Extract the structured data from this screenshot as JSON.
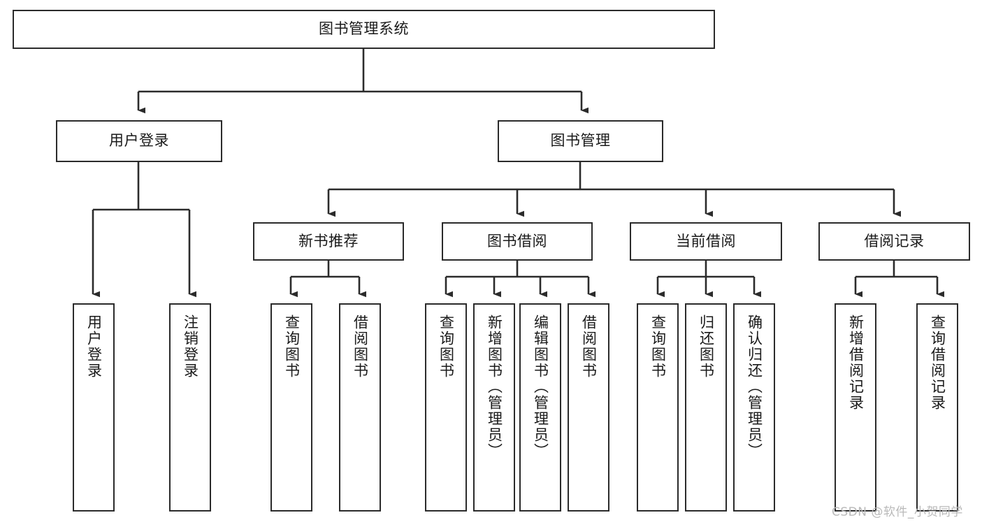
{
  "diagram": {
    "title": "图书管理系统",
    "type": "tree-hierarchy-chart",
    "orientation": "top-down",
    "colors": {
      "stroke": "#2b2b2b",
      "fill": "#ffffff",
      "text": "#1a1a1a",
      "watermark": "#b9b9b9"
    },
    "levels": {
      "root": {
        "label": "图书管理系统"
      },
      "level2": [
        {
          "id": "user-login",
          "label": "用户登录"
        },
        {
          "id": "book-management",
          "label": "图书管理"
        }
      ],
      "level3": [
        {
          "id": "new-book-recommend",
          "label": "新书推荐",
          "parent": "book-management"
        },
        {
          "id": "book-borrow",
          "label": "图书借阅",
          "parent": "book-management"
        },
        {
          "id": "current-borrow",
          "label": "当前借阅",
          "parent": "book-management"
        },
        {
          "id": "borrow-record",
          "label": "借阅记录",
          "parent": "book-management"
        }
      ],
      "leaves": [
        {
          "id": "leaf-user-login",
          "label": "用户登录",
          "parent": "user-login"
        },
        {
          "id": "leaf-logout",
          "label": "注销登录",
          "parent": "user-login"
        },
        {
          "id": "leaf-query-book-1",
          "label": "查询图书",
          "parent": "new-book-recommend"
        },
        {
          "id": "leaf-borrow-book-1",
          "label": "借阅图书",
          "parent": "new-book-recommend"
        },
        {
          "id": "leaf-query-book-2",
          "label": "查询图书",
          "parent": "book-borrow"
        },
        {
          "id": "leaf-add-book",
          "label": "新增图书（管理员）",
          "parent": "book-borrow"
        },
        {
          "id": "leaf-edit-book",
          "label": "编辑图书（管理员）",
          "parent": "book-borrow"
        },
        {
          "id": "leaf-borrow-book-2",
          "label": "借阅图书",
          "parent": "book-borrow"
        },
        {
          "id": "leaf-query-book-3",
          "label": "查询图书",
          "parent": "current-borrow"
        },
        {
          "id": "leaf-return-book",
          "label": "归还图书",
          "parent": "current-borrow"
        },
        {
          "id": "leaf-confirm-return",
          "label": "确认归还（管理员）",
          "parent": "current-borrow"
        },
        {
          "id": "leaf-add-record",
          "label": "新增借阅记录",
          "parent": "borrow-record"
        },
        {
          "id": "leaf-query-record",
          "label": "查询借阅记录",
          "parent": "borrow-record"
        }
      ]
    }
  },
  "watermark": {
    "text": "CSDN @软件_小贺同学"
  }
}
